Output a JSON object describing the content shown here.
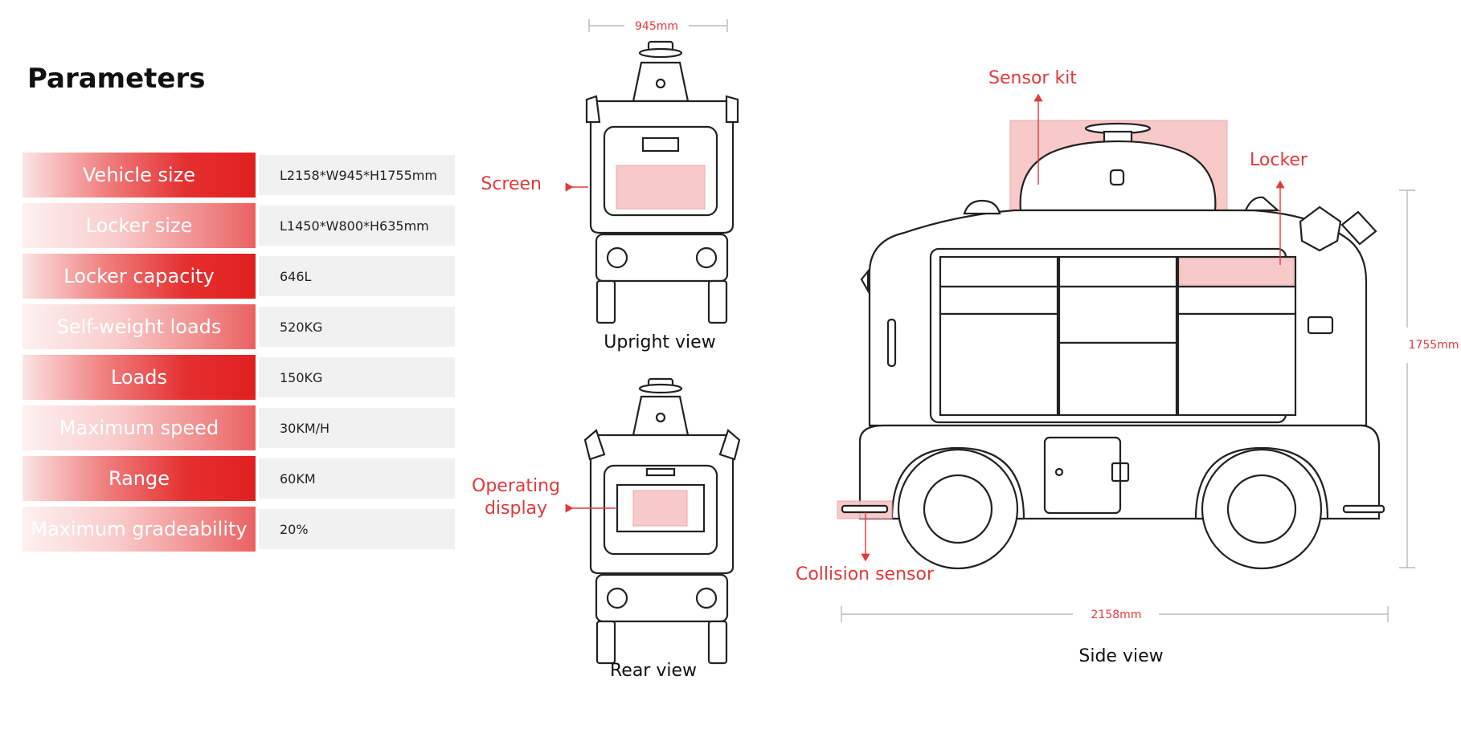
{
  "title": "Parameters",
  "specs": [
    {
      "label": "Vehicle size",
      "value": "L2158*W945*H1755mm",
      "tone": "strong"
    },
    {
      "label": "Locker size",
      "value": "L1450*W800*H635mm",
      "tone": "light"
    },
    {
      "label": "Locker capacity",
      "value": "646L",
      "tone": "strong"
    },
    {
      "label": "Self-weight loads",
      "value": "520KG",
      "tone": "light"
    },
    {
      "label": "Loads",
      "value": "150KG",
      "tone": "strong"
    },
    {
      "label": "Maximum speed",
      "value": "30KM/H",
      "tone": "light"
    },
    {
      "label": "Range",
      "value": "60KM",
      "tone": "strong"
    },
    {
      "label": "Maximum gradeability",
      "value": "20%",
      "tone": "light"
    }
  ],
  "views": {
    "upright": {
      "caption": "Upright view",
      "width_dim": "945mm",
      "callout": "Screen"
    },
    "rear": {
      "caption": "Rear view",
      "callout_line1": "Operating",
      "callout_line2": "display"
    },
    "side": {
      "caption": "Side view",
      "sensor_kit": "Sensor kit",
      "locker": "Locker",
      "collision_sensor": "Collision sensor",
      "length_dim": "2158mm",
      "height_dim": "1755mm"
    }
  },
  "colors": {
    "accent": "#e11f1f",
    "annotation": "#e03a3a",
    "highlight": "#f7c4c4"
  }
}
